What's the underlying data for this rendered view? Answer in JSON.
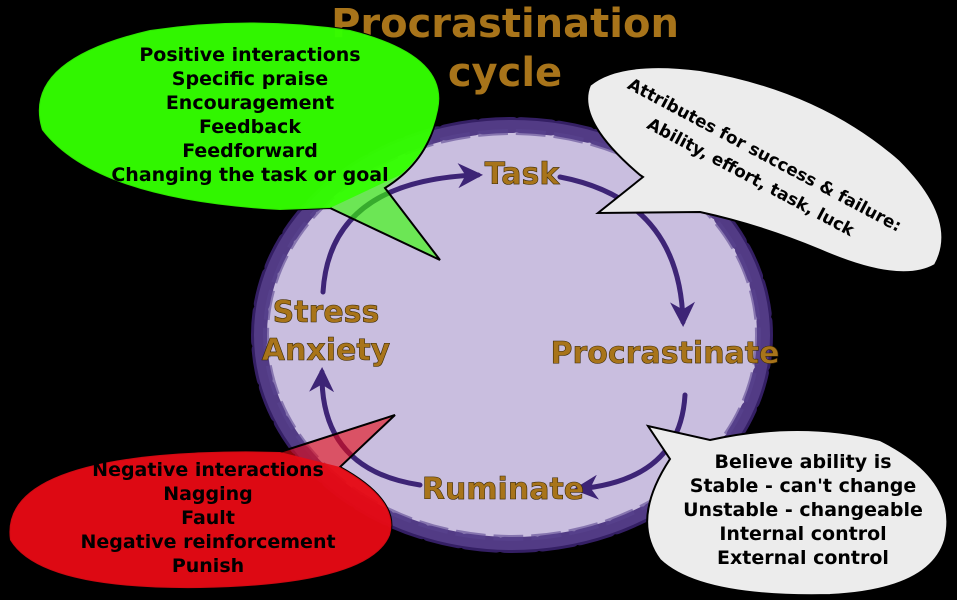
{
  "title": {
    "line1": "Procrastination",
    "line2": "cycle"
  },
  "cycle": {
    "nodes": [
      {
        "label": "Task"
      },
      {
        "label": "Procrastinate"
      },
      {
        "label": "Ruminate"
      },
      {
        "label_line1": "Stress",
        "label_line2": "Anxiety"
      }
    ]
  },
  "bubbles": {
    "positive": {
      "color": "#33ff00",
      "lines": [
        "Positive interactions",
        "Specific praise",
        "Encouragement",
        "Feedback",
        "Feedforward",
        "Changing the task or goal"
      ]
    },
    "attributes": {
      "color": "#ececec",
      "lines": [
        "Attributes for success & failure:",
        "Ability, effort, task, luck"
      ]
    },
    "beliefs": {
      "color": "#ececec",
      "lines": [
        "Believe ability is",
        "Stable - can't change",
        "Unstable - changeable",
        "Internal control",
        "External control"
      ]
    },
    "negative": {
      "color": "#e60a14",
      "lines": [
        "Negative interactions",
        "Nagging",
        "Fault",
        "Negative reinforcement",
        "Punish"
      ]
    }
  },
  "colors": {
    "background": "#000000",
    "circle_fill": "#c9bedf",
    "circle_border": "#3d2476",
    "arrow": "#3d2476",
    "label": "#a8741a"
  }
}
